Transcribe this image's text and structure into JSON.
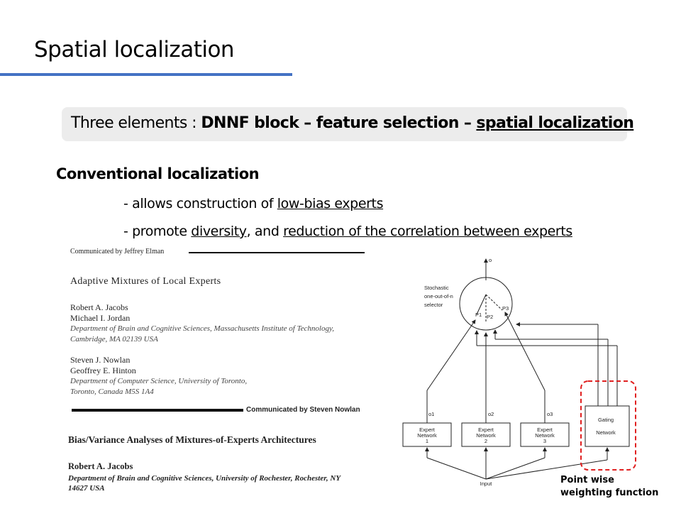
{
  "slide": {
    "title": "Spatial localization",
    "callout": {
      "prefix": "Three elements : ",
      "part1": "DNNF block – feature selection – ",
      "part2": "spatial localization"
    },
    "section_heading": "Conventional localization",
    "bullets": [
      {
        "pre": "- allows construction of ",
        "u1": "low-bias experts"
      },
      {
        "pre": "- promote ",
        "u1": "diversity",
        "mid": ", and ",
        "u2": "reduction of the correlation between experts"
      }
    ]
  },
  "paper1": {
    "communicated": "Communicated by Jeffrey Elman",
    "title": "Adaptive Mixtures of Local Experts",
    "authors1": [
      "Robert A. Jacobs",
      "Michael I. Jordan"
    ],
    "affil1": [
      "Department of Brain and Cognitive Sciences, Massachusetts Institute of Technology,",
      "Cambridge, MA 02139 USA"
    ],
    "authors2": [
      "Steven J. Nowlan",
      "Geoffrey E. Hinton"
    ],
    "affil2": [
      "Department of Computer Science, University of Toronto,",
      "Toronto, Canada M5S 1A4"
    ]
  },
  "paper2": {
    "communicated": "Communicated by Steven Nowlan",
    "title": "Bias/Variance Analyses of Mixtures-of-Experts Architectures",
    "author": "Robert A. Jacobs",
    "affil": [
      "Department of Brain and Cognitive Sciences, University of Rochester, Rochester, NY",
      "14627 USA"
    ]
  },
  "diagram": {
    "output_label": "o",
    "selector_label": [
      "Stochastic",
      "one-out-of-n",
      "selector"
    ],
    "p_labels": [
      "P1",
      "P2",
      "P3"
    ],
    "o_labels": [
      "o1",
      "o2",
      "o3"
    ],
    "experts": [
      [
        "Expert",
        "Network",
        "1"
      ],
      [
        "Expert",
        "Network",
        "2"
      ],
      [
        "Expert",
        "Network",
        "3"
      ]
    ],
    "gating": [
      "Gating",
      "Network"
    ],
    "input_label": "Input",
    "highlight_color": "#e02020"
  },
  "footnote": [
    "Point wise",
    "weighting function"
  ]
}
